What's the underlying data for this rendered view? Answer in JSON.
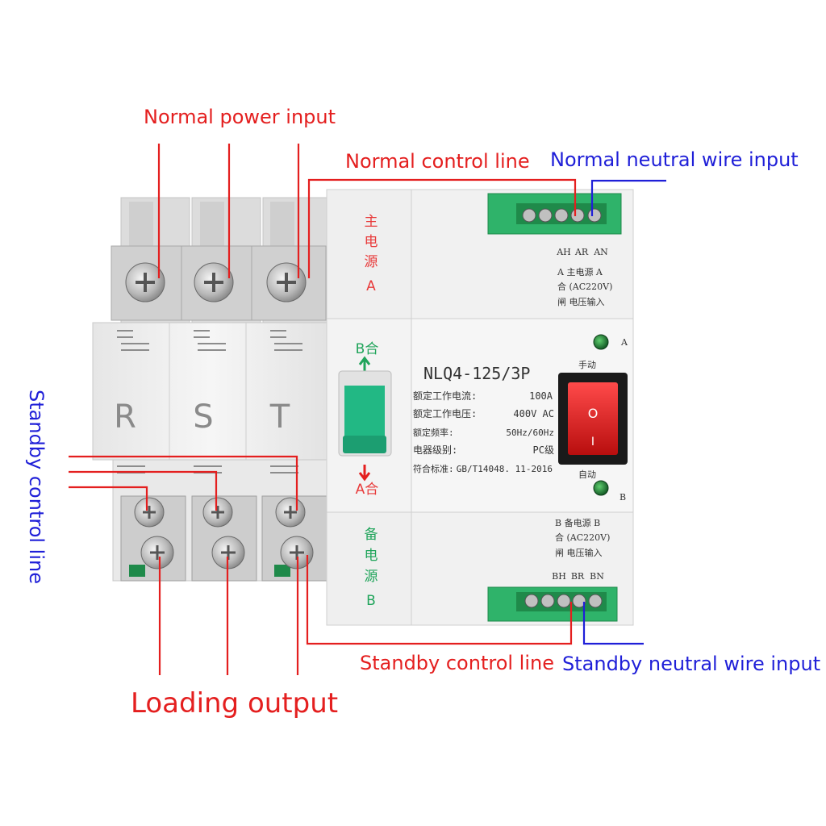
{
  "labels": {
    "normal_power_input": "Normal power input",
    "normal_control_line": "Normal control line",
    "normal_neutral_wire_input": "Normal neutral wire input",
    "standby_control_line_left": "Standby control line",
    "standby_control_line_bottom": "Standby control line",
    "standby_neutral_wire_input": "Standby neutral wire input",
    "loading_output": "Loading output"
  },
  "device": {
    "phases": [
      "R",
      "S",
      "T"
    ],
    "model": "NLQ4-125/3P",
    "specs": [
      {
        "key": "额定工作电流:",
        "value": "100A"
      },
      {
        "key": "额定工作电压:",
        "value": "400V AC"
      },
      {
        "key": "额定频率:",
        "value": "50Hz/60Hz"
      },
      {
        "key": "电器级别:",
        "value": "PC级"
      },
      {
        "key": "符合标准:",
        "value": "GB/T14048. 11-2016"
      }
    ],
    "main_source_chars": [
      "主",
      "电",
      "源",
      "A"
    ],
    "standby_source_chars": [
      "备",
      "电",
      "源",
      "B"
    ],
    "b_close": "B合",
    "a_close": "A合",
    "manual": "手动",
    "auto": "自动",
    "indicator_a": "A",
    "indicator_b": "B",
    "switch_off": "O",
    "switch_on": "I",
    "terminal_a_codes": [
      "AH",
      "AR",
      "AN"
    ],
    "terminal_a_lines": [
      "A  主电源 A",
      "合  (AC220V)",
      "闸  电压输入"
    ],
    "terminal_b_lines": [
      "B  备电源 B",
      "合  (AC220V)",
      "闸  电压输入"
    ],
    "terminal_b_codes": [
      "BH",
      "BR",
      "BN"
    ]
  },
  "colors": {
    "label_red": "#e41f1f",
    "label_blue": "#1f1fd8",
    "terminal_green": "#2fb36a",
    "handle_green": "#22b884",
    "rocker_red": "#d81818"
  }
}
